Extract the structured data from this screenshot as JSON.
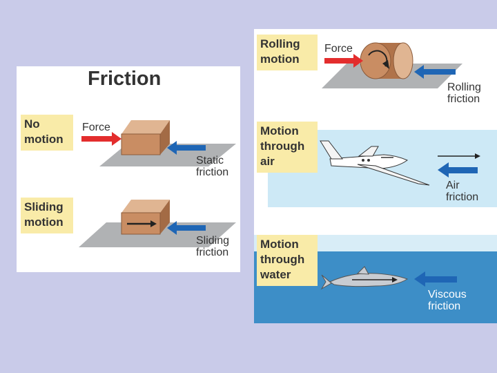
{
  "title": "Friction",
  "panels": {
    "no_motion": {
      "tag": "No\nmotion",
      "force": "Force",
      "friction": "Static\nfriction"
    },
    "sliding": {
      "tag": "Sliding\nmotion",
      "friction": "Sliding\nfriction"
    },
    "rolling": {
      "tag": "Rolling\nmotion",
      "force": "Force",
      "friction": "Rolling\nfriction"
    },
    "air": {
      "tag": "Motion\nthrough\nair",
      "friction": "Air\nfriction"
    },
    "water": {
      "tag": "Motion\nthrough\nwater",
      "friction": "Viscous\nfriction"
    }
  },
  "colors": {
    "background": "#c9cbe9",
    "tag": "#f9eba8",
    "force_arrow": "#e32d2d",
    "friction_arrow": "#1f66b5",
    "surface": "#b0b2b4",
    "block": "#c98d63",
    "sky": "#cde9f6",
    "water": "#3d8ec7"
  }
}
